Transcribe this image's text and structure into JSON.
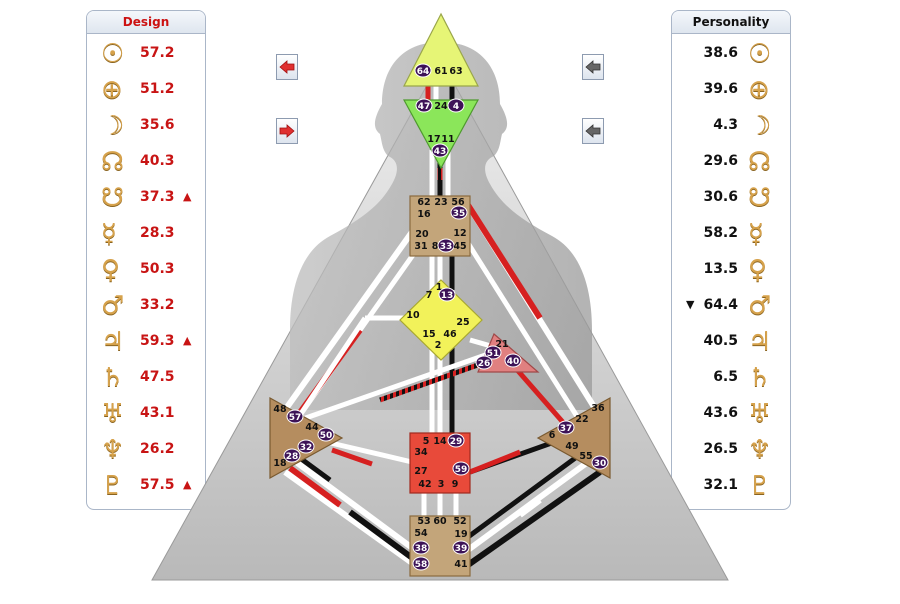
{
  "design": {
    "title": "Design",
    "rows": [
      {
        "glyph": "☉",
        "planet": "sun",
        "value": "57.2",
        "mark": ""
      },
      {
        "glyph": "⊕",
        "planet": "earth",
        "value": "51.2",
        "mark": ""
      },
      {
        "glyph": "☽",
        "planet": "moon",
        "value": "35.6",
        "mark": ""
      },
      {
        "glyph": "☊",
        "planet": "north-node",
        "value": "40.3",
        "mark": ""
      },
      {
        "glyph": "☋",
        "planet": "south-node",
        "value": "37.3",
        "mark": "▲"
      },
      {
        "glyph": "☿",
        "planet": "mercury",
        "value": "28.3",
        "mark": ""
      },
      {
        "glyph": "♀",
        "planet": "venus",
        "value": "50.3",
        "mark": ""
      },
      {
        "glyph": "♂",
        "planet": "mars",
        "value": "33.2",
        "mark": ""
      },
      {
        "glyph": "♃",
        "planet": "jupiter",
        "value": "59.3",
        "mark": "▲"
      },
      {
        "glyph": "♄",
        "planet": "saturn",
        "value": "47.5",
        "mark": ""
      },
      {
        "glyph": "♅",
        "planet": "uranus",
        "value": "43.1",
        "mark": ""
      },
      {
        "glyph": "♆",
        "planet": "neptune",
        "value": "26.2",
        "mark": ""
      },
      {
        "glyph": "♇",
        "planet": "pluto",
        "value": "57.5",
        "mark": "▲"
      }
    ]
  },
  "personality": {
    "title": "Personality",
    "rows": [
      {
        "glyph": "☉",
        "planet": "sun",
        "value": "38.6",
        "mark": ""
      },
      {
        "glyph": "⊕",
        "planet": "earth",
        "value": "39.6",
        "mark": ""
      },
      {
        "glyph": "☽",
        "planet": "moon",
        "value": "4.3",
        "mark": ""
      },
      {
        "glyph": "☊",
        "planet": "north-node",
        "value": "29.6",
        "mark": ""
      },
      {
        "glyph": "☋",
        "planet": "south-node",
        "value": "30.6",
        "mark": ""
      },
      {
        "glyph": "☿",
        "planet": "mercury",
        "value": "58.2",
        "mark": ""
      },
      {
        "glyph": "♀",
        "planet": "venus",
        "value": "13.5",
        "mark": ""
      },
      {
        "glyph": "♂",
        "planet": "mars",
        "value": "64.4",
        "mark": "▼"
      },
      {
        "glyph": "♃",
        "planet": "jupiter",
        "value": "40.5",
        "mark": ""
      },
      {
        "glyph": "♄",
        "planet": "saturn",
        "value": "6.5",
        "mark": ""
      },
      {
        "glyph": "♅",
        "planet": "uranus",
        "value": "43.6",
        "mark": ""
      },
      {
        "glyph": "♆",
        "planet": "neptune",
        "value": "26.5",
        "mark": ""
      },
      {
        "glyph": "♇",
        "planet": "pluto",
        "value": "32.1",
        "mark": ""
      }
    ]
  },
  "nav_buttons": [
    {
      "name": "design-back-button",
      "icon": "arrow-left-icon",
      "color": "#e03030"
    },
    {
      "name": "design-forward-button",
      "icon": "arrow-right-icon",
      "color": "#e03030"
    },
    {
      "name": "personality-back-button",
      "icon": "arrow-left-icon",
      "color": "#555555"
    },
    {
      "name": "personality-back-button-2",
      "icon": "arrow-left-icon",
      "color": "#555555"
    }
  ],
  "colors": {
    "design": "#d62020",
    "personality": "#111111",
    "head": "#e6f576",
    "ajna": "#8be65a",
    "g": "#f2f25a",
    "defined": "#c3a57a",
    "sacral": "#e84a3a",
    "ego": "#e08080",
    "spleen_solar": "#b58d5f",
    "gate_badge": "#3d1357"
  },
  "centers": {
    "head": {
      "gates": [
        "64",
        "61",
        "63"
      ],
      "badged": [
        "64"
      ]
    },
    "ajna": {
      "gates": [
        "47",
        "24",
        "4",
        "17",
        "11",
        "43"
      ],
      "badged": [
        "47",
        "4",
        "43"
      ]
    },
    "throat": {
      "gates": [
        "62",
        "23",
        "56",
        "16",
        "35",
        "20",
        "12",
        "31",
        "8",
        "33",
        "45"
      ],
      "badged": [
        "35",
        "33"
      ]
    },
    "g": {
      "gates": [
        "1",
        "13",
        "7",
        "10",
        "25",
        "15",
        "46",
        "2"
      ],
      "badged": [
        "13"
      ]
    },
    "ego": {
      "gates": [
        "21",
        "51",
        "26",
        "40"
      ],
      "badged": [
        "51",
        "26",
        "40"
      ]
    },
    "spleen": {
      "gates": [
        "48",
        "57",
        "44",
        "50",
        "32",
        "28",
        "18"
      ],
      "badged": [
        "57",
        "50",
        "32",
        "28"
      ]
    },
    "sacral": {
      "gates": [
        "5",
        "14",
        "29",
        "34",
        "27",
        "59",
        "42",
        "3",
        "9"
      ],
      "badged": [
        "29",
        "59"
      ]
    },
    "solar": {
      "gates": [
        "36",
        "22",
        "37",
        "6",
        "49",
        "55",
        "30"
      ],
      "badged": [
        "37",
        "30"
      ]
    },
    "root": {
      "gates": [
        "53",
        "60",
        "52",
        "54",
        "19",
        "38",
        "39",
        "58",
        "41"
      ],
      "badged": [
        "38",
        "39",
        "58"
      ]
    }
  }
}
